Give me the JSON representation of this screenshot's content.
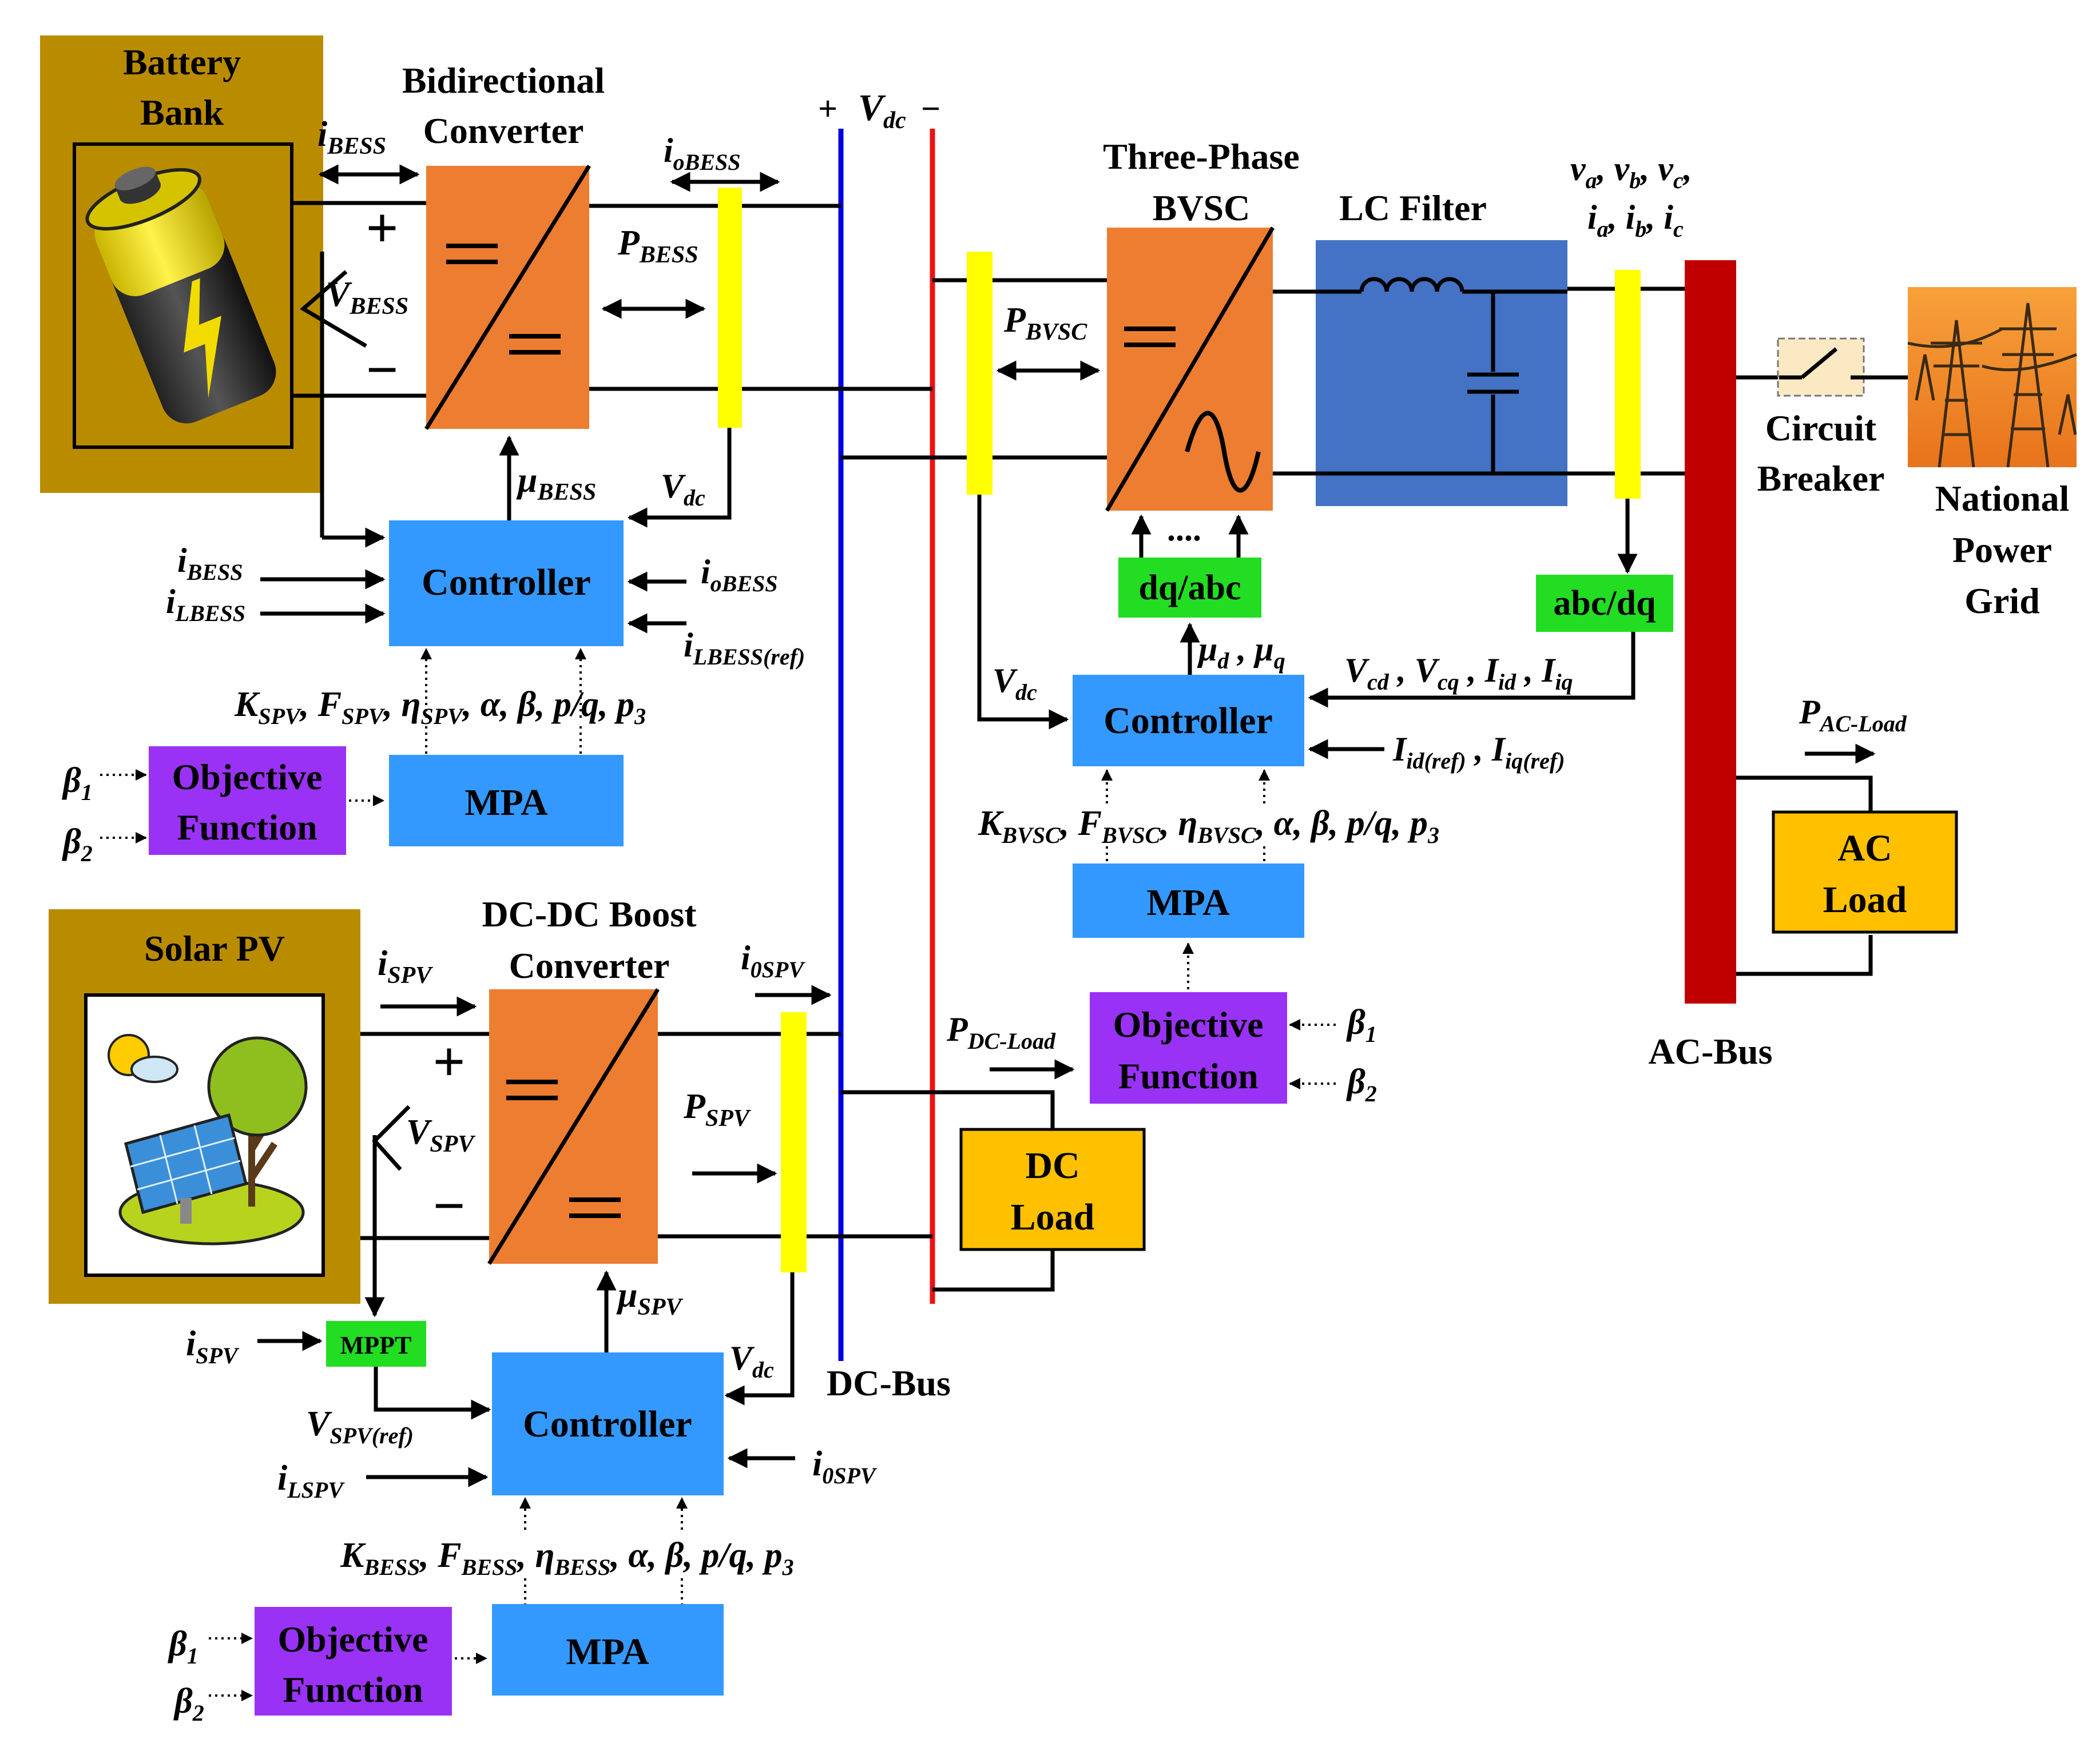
{
  "colors": {
    "source_box": "#b98c00",
    "converter": "#ed7d31",
    "controller": "#3399ff",
    "objective": "#9932f5",
    "transform": "#22dd22",
    "sensor": "#ffff00",
    "dc_pos": "#0000dd",
    "dc_neg": "#ee1111",
    "ac_bus": "#c00000",
    "lc_filter": "#4472c4",
    "load": "#ffc000"
  },
  "battery": {
    "title": [
      "Battery",
      "Bank"
    ],
    "converter_title": [
      "Bidirectional",
      "Converter"
    ],
    "i": "i",
    "i_sub": "BESS",
    "io": "i",
    "io_sub": "oBESS",
    "p": "P",
    "p_sub": "BESS",
    "v": "V",
    "v_sub": "BESS",
    "mu": "μ",
    "mu_sub": "BESS",
    "vdc": "V",
    "vdc_sub": "dc",
    "ctrl_label": "Controller",
    "in_i": "i",
    "in_i_sub": "BESS",
    "in_il": "i",
    "in_il_sub": "LBESS",
    "in_io": "i",
    "in_io_sub": "oBESS",
    "in_iref": "i",
    "in_iref_sub": "LBESS(ref)",
    "params": [
      "K",
      "SPV",
      ", F",
      "SPV",
      ", η",
      "SPV",
      ", α, β, p/q, p",
      "3"
    ],
    "mpa": "MPA",
    "obj": [
      "Objective",
      "Function"
    ],
    "b1": "β",
    "b1s": "1",
    "b2": "β",
    "b2s": "2"
  },
  "solar": {
    "title": "Solar PV",
    "converter_title": [
      "DC-DC Boost",
      "Converter"
    ],
    "i": "i",
    "i_sub": "SPV",
    "io": "i",
    "io_sub": "0SPV",
    "p": "P",
    "p_sub": "SPV",
    "v": "V",
    "v_sub": "SPV",
    "mu": "μ",
    "mu_sub": "SPV",
    "vdc": "V",
    "vdc_sub": "dc",
    "mppt": "MPPT",
    "mppt_in": "i",
    "mppt_in_sub": "SPV",
    "vref": "V",
    "vref_sub": "SPV(ref)",
    "ctrl_label": "Controller",
    "in_il": "i",
    "in_il_sub": "LSPV",
    "in_io": "i",
    "in_io_sub": "0SPV",
    "params": [
      "K",
      "BESS",
      ", F",
      "BESS",
      ", η",
      "BESS",
      ", α, β, p/q, p",
      "3"
    ],
    "mpa": "MPA",
    "obj": [
      "Objective",
      "Function"
    ],
    "b1": "β",
    "b1s": "1",
    "b2": "β",
    "b2s": "2"
  },
  "dc_bus": {
    "plus": "+",
    "minus": "−",
    "v": "V",
    "v_sub": "dc",
    "label": "DC-Bus",
    "load_label": [
      "DC",
      "Load"
    ],
    "p": "P",
    "p_sub": "DC-Load"
  },
  "bvsc": {
    "title": [
      "Three-Phase",
      "BVSC"
    ],
    "p": "P",
    "p_sub": "BVSC",
    "dots": "....",
    "dq_abc": "dq/abc",
    "abc_dq": "abc/dq",
    "mu": [
      "μ",
      "d",
      " , μ",
      "q"
    ],
    "vdc": "V",
    "vdc_sub": "dc",
    "meas": [
      "V",
      "cd",
      " , V",
      "cq",
      " , I",
      "id",
      " , I",
      "iq"
    ],
    "refs": [
      "I",
      "id(ref)",
      " , I",
      "iq(ref)"
    ],
    "ctrl_label": "Controller",
    "params": [
      "K",
      "BVSC",
      ", F",
      "BVSC",
      ", η",
      "BVSC",
      ", α, β, p/q, p",
      "3"
    ],
    "mpa": "MPA",
    "obj": [
      "Objective",
      "Function"
    ],
    "b1": "β",
    "b1s": "1",
    "b2": "β",
    "b2s": "2"
  },
  "ac_side": {
    "lc_filter": "LC Filter",
    "meas_line1": [
      "v",
      "a",
      ", v",
      "b",
      ", v",
      "c",
      ","
    ],
    "meas_line2": [
      "i",
      "a",
      ", i",
      "b",
      ", i",
      "c"
    ],
    "breaker": [
      "Circuit",
      "Breaker"
    ],
    "grid": [
      "National",
      "Power",
      "Grid"
    ],
    "ac_bus": "AC-Bus",
    "ac_load": [
      "AC",
      "Load"
    ],
    "p": "P",
    "p_sub": "AC-Load"
  }
}
